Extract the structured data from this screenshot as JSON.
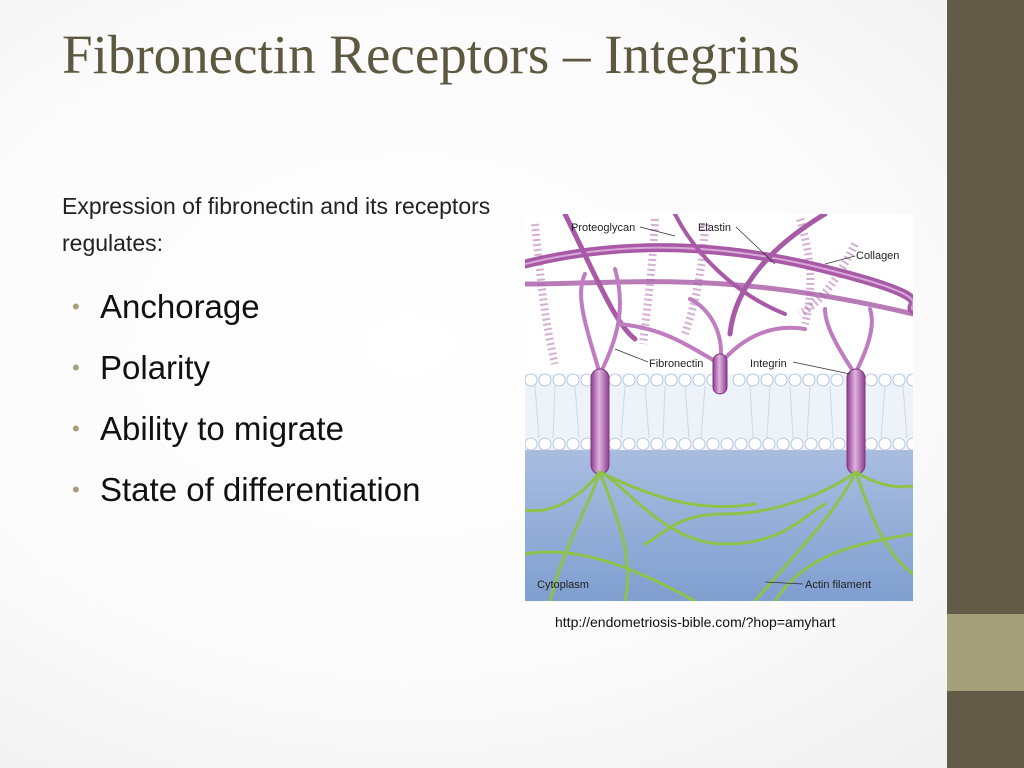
{
  "slide": {
    "title": "Fibronectin Receptors – Integrins",
    "intro": "Expression of fibronectin and its receptors regulates:",
    "bullets": [
      "Anchorage",
      "Polarity",
      "Ability to migrate",
      "State of differentiation"
    ],
    "credit": "http://endometriosis-bible.com/?hop=amyhart"
  },
  "figure": {
    "labels": {
      "proteoglycan": "Proteoglycan",
      "elastin": "Elastin",
      "collagen": "Collagen",
      "fibronectin": "Fibronectin",
      "integrin": "Integrin",
      "cytoplasm": "Cytoplasm",
      "actin_filament": "Actin filament"
    }
  },
  "colors": {
    "title": "#5d5940",
    "sidebar": "#635b47",
    "sidebar_accent": "#a6a07a",
    "bullet": "#a6a07a",
    "fiber": "#a85aa6",
    "actin": "#8fc24a",
    "cytoplasm": "#8fa9d3"
  }
}
